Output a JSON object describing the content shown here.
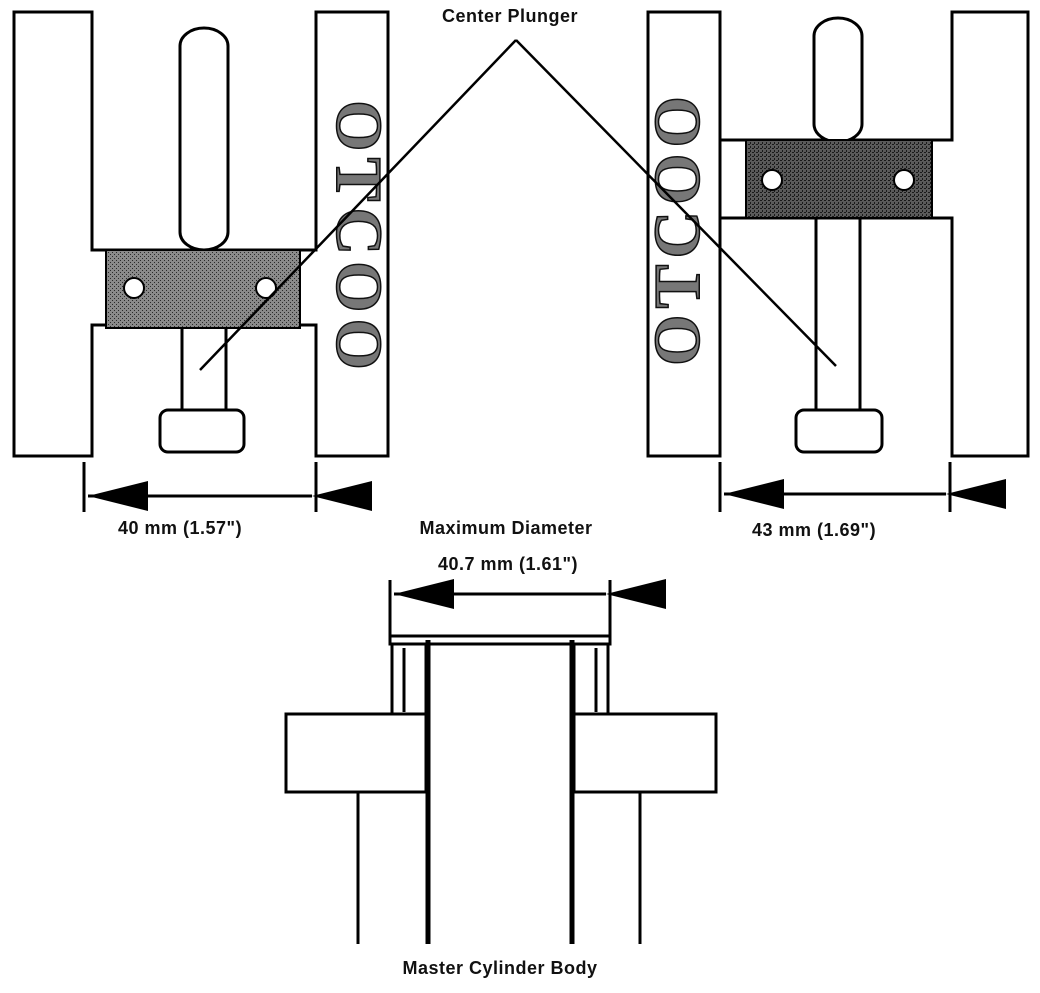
{
  "labels": {
    "center_plunger": "Center Plunger",
    "left_measure": "40 mm (1.57\")",
    "right_measure": "43 mm (1.69\")",
    "max_diameter_title": "Maximum Diameter",
    "max_diameter_value": "40.7 mm (1.61\")",
    "master_cylinder_body": "Master Cylinder Body"
  },
  "gauge_text": {
    "left_vertical": "OTCOO",
    "right_vertical": "OTCOO"
  },
  "colors": {
    "line": "#000000",
    "shaded": "#7a7a7a",
    "shaded_dark": "#3a3a3a",
    "background": "#ffffff"
  }
}
